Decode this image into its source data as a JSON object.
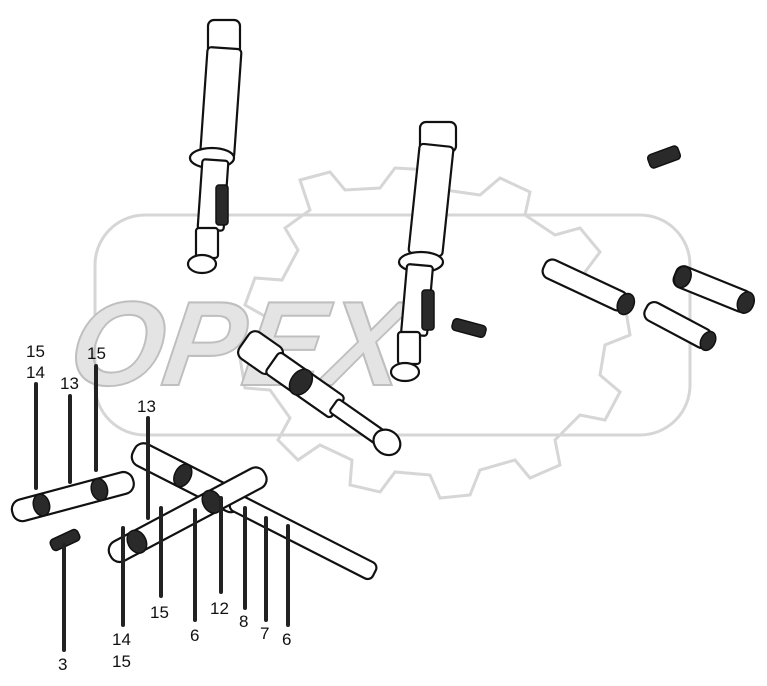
{
  "watermark": {
    "text": "OPEX"
  },
  "callouts": [
    {
      "id": "c15a",
      "text": "15"
    },
    {
      "id": "c14a",
      "text": "14"
    },
    {
      "id": "c13a",
      "text": "13"
    },
    {
      "id": "c15b",
      "text": "15"
    },
    {
      "id": "c13b",
      "text": "13"
    },
    {
      "id": "c15c",
      "text": "15"
    },
    {
      "id": "c6a",
      "text": "6"
    },
    {
      "id": "c12",
      "text": "12"
    },
    {
      "id": "c8",
      "text": "8"
    },
    {
      "id": "c7",
      "text": "7"
    },
    {
      "id": "c6b",
      "text": "6"
    },
    {
      "id": "c14b",
      "text": "14"
    },
    {
      "id": "c15d",
      "text": "15"
    },
    {
      "id": "c3",
      "text": "3"
    }
  ]
}
